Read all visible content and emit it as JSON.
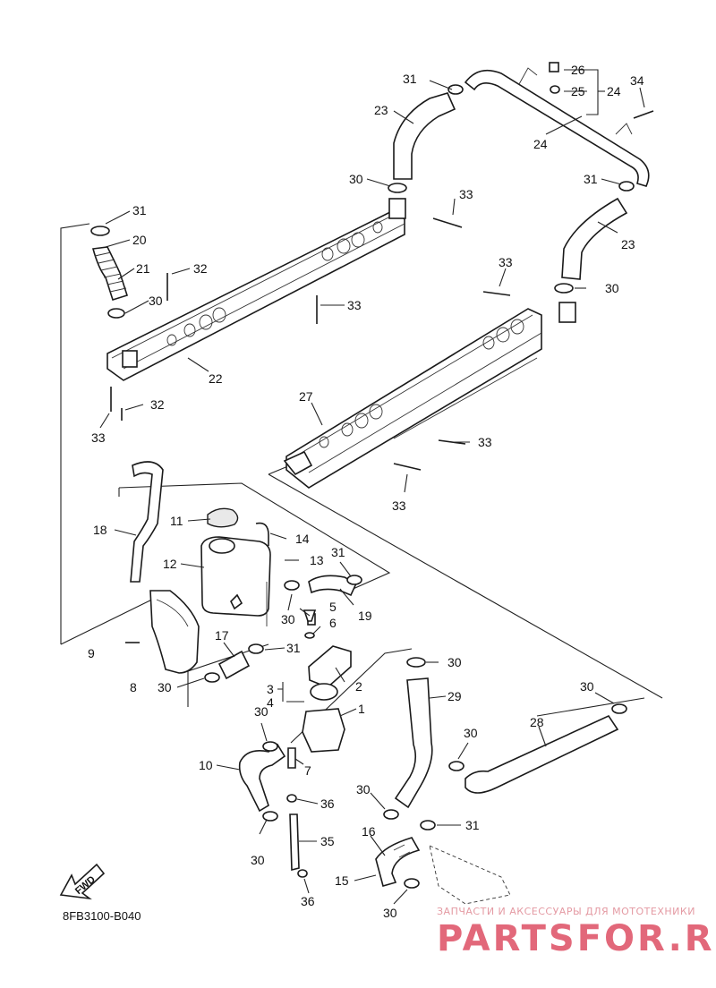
{
  "diagram": {
    "callouts": [
      "1",
      "2",
      "3",
      "4",
      "5",
      "6",
      "7",
      "8",
      "9",
      "10",
      "11",
      "12",
      "13",
      "14",
      "15",
      "16",
      "17",
      "18",
      "19",
      "20",
      "21",
      "22",
      "23",
      "24",
      "25",
      "26",
      "27",
      "28",
      "29",
      "30",
      "31",
      "32",
      "33",
      "34",
      "35",
      "36"
    ],
    "fwd_label": "FWD",
    "drawing_code": "8FB3100-B040"
  },
  "watermark": {
    "tagline": "ЗАПЧАСТИ И АКСЕССУАРЫ ДЛЯ МОТОТЕХНИКИ",
    "logo_text": "PARTSFOR.RU"
  },
  "colors": {
    "line": "#1a1a1a",
    "watermark": "#e2687a"
  }
}
